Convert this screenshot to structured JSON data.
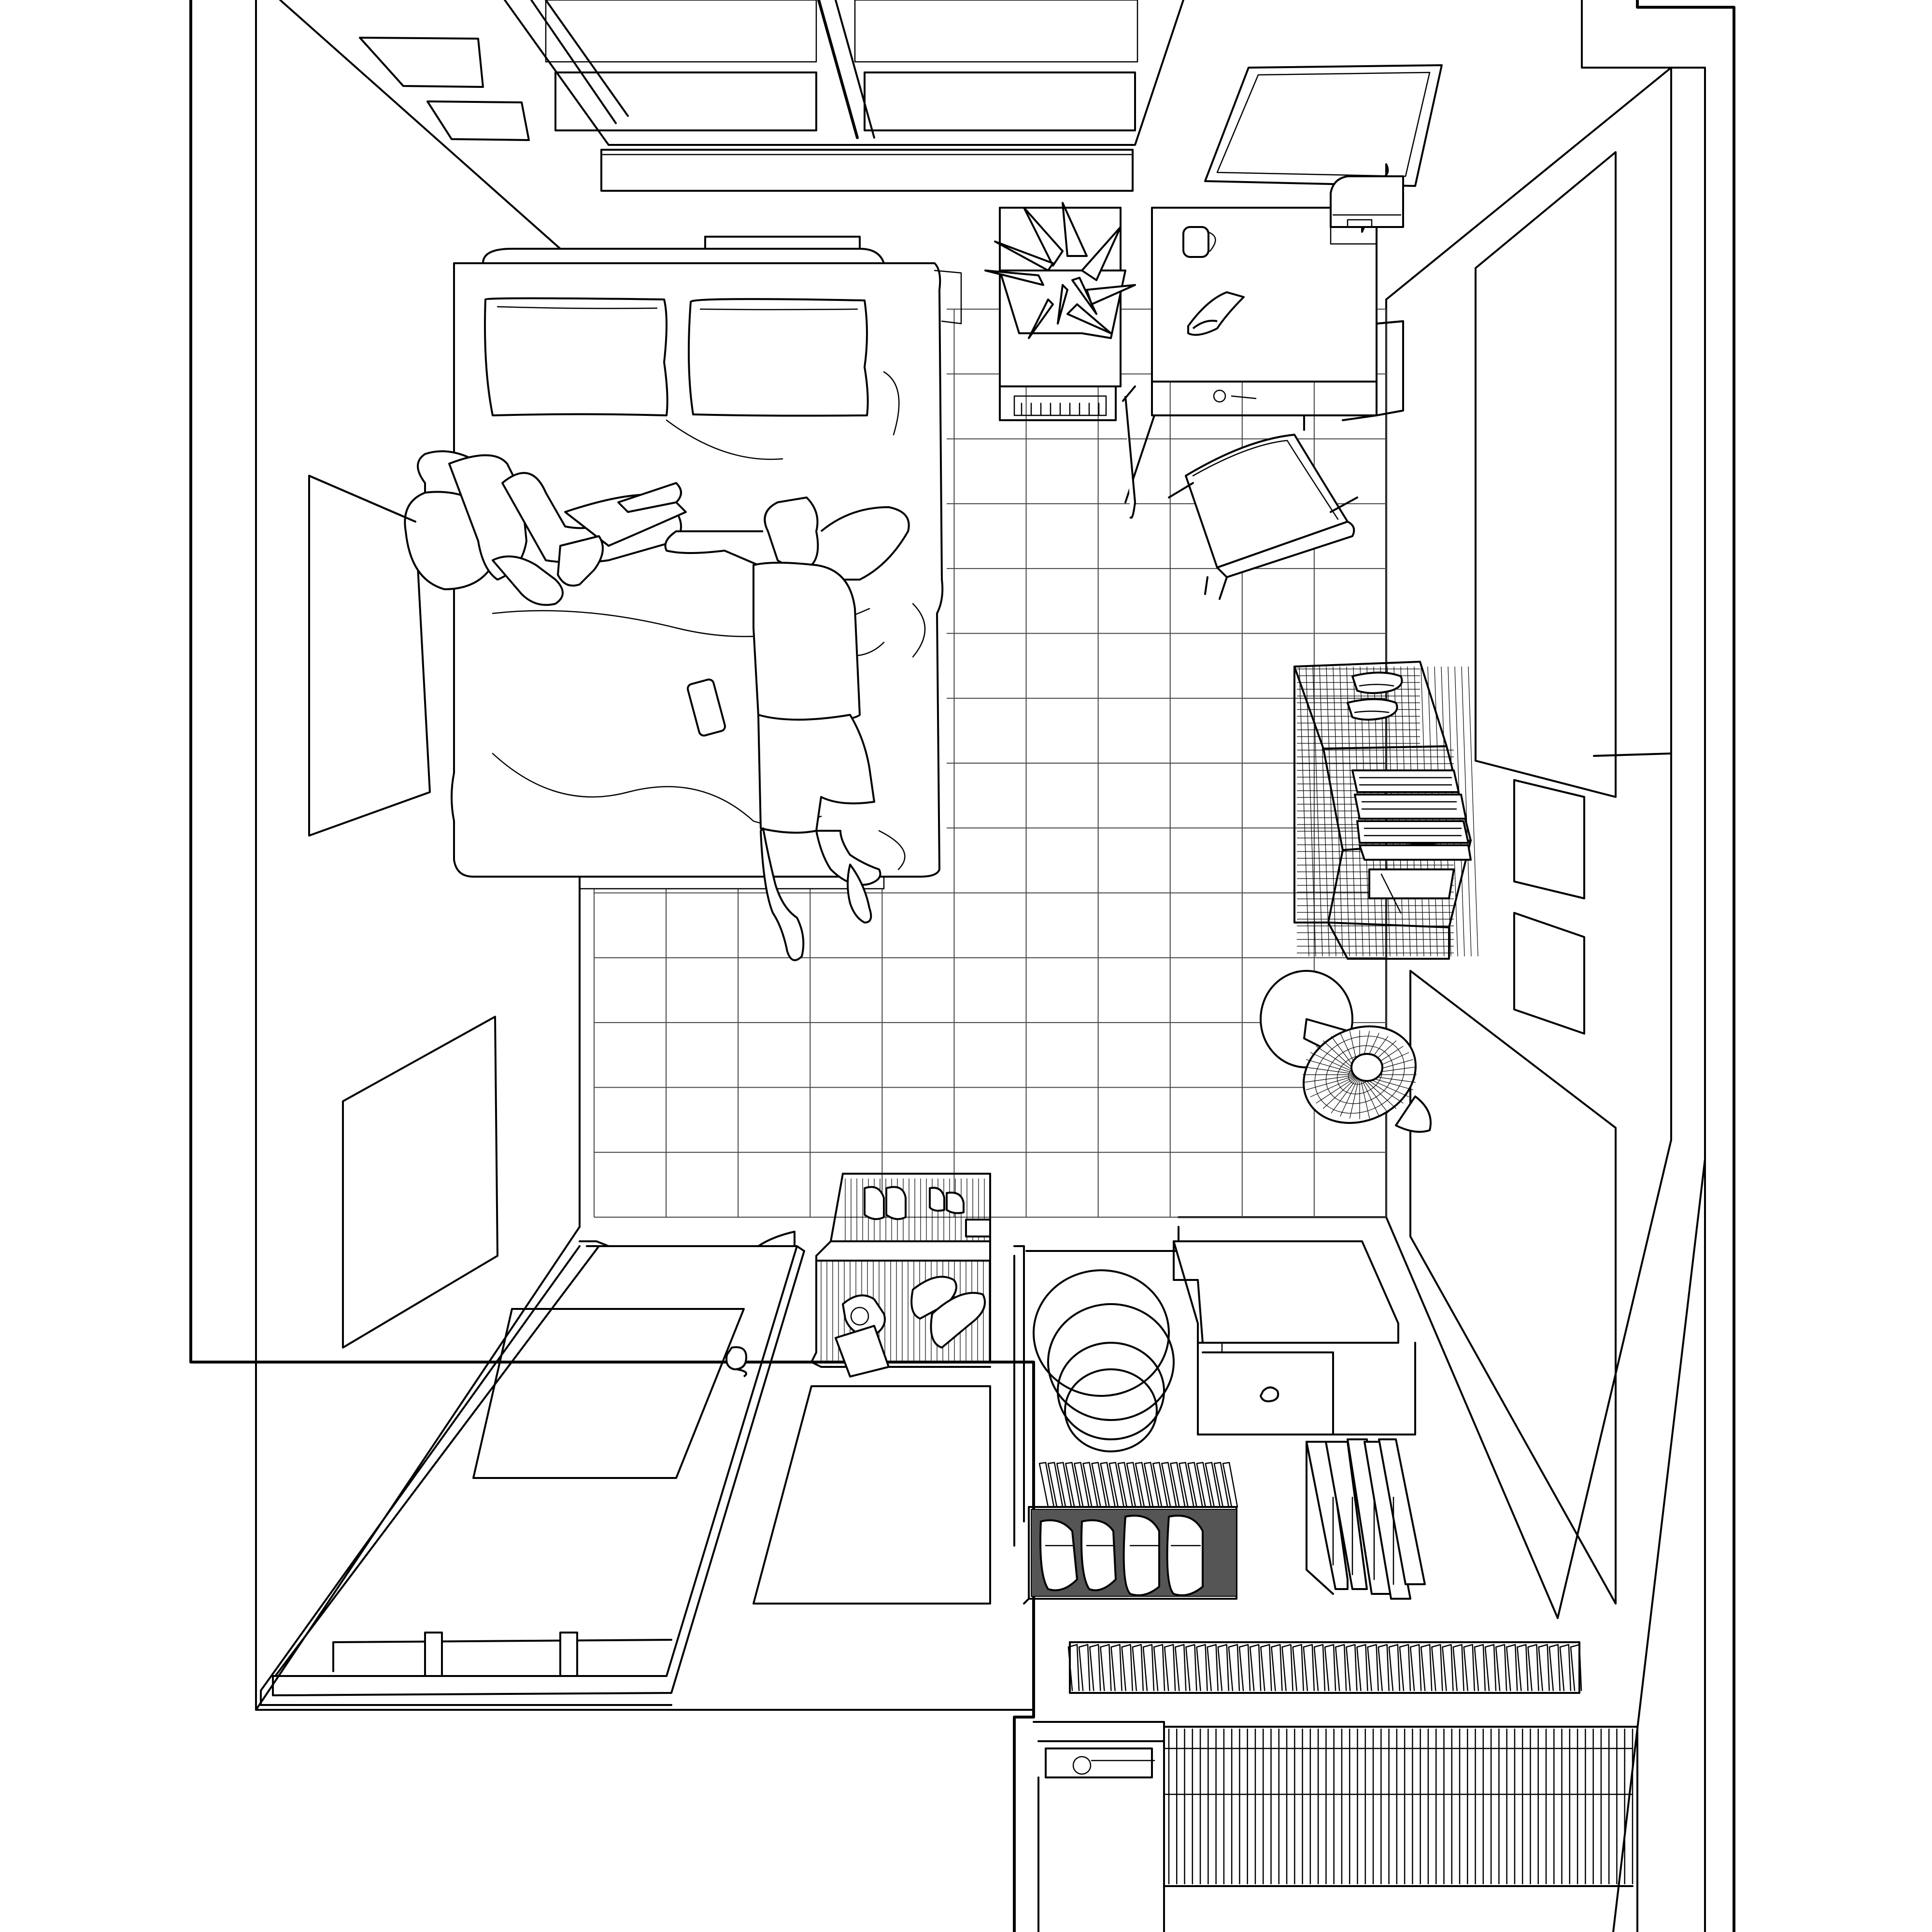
{
  "scene": {
    "kind": "isometric-floor-plan-line-drawing",
    "colors": {
      "line": "#000000",
      "background": "#ffffff",
      "tile_line": "#444444",
      "dark_fill": "#555555"
    }
  },
  "floor_tiles": {
    "cols": 11,
    "rows": 14
  },
  "blinds": {
    "top_slats": 48,
    "bottom_slats": 60
  },
  "shoe_rack": {
    "dividers": 22
  }
}
